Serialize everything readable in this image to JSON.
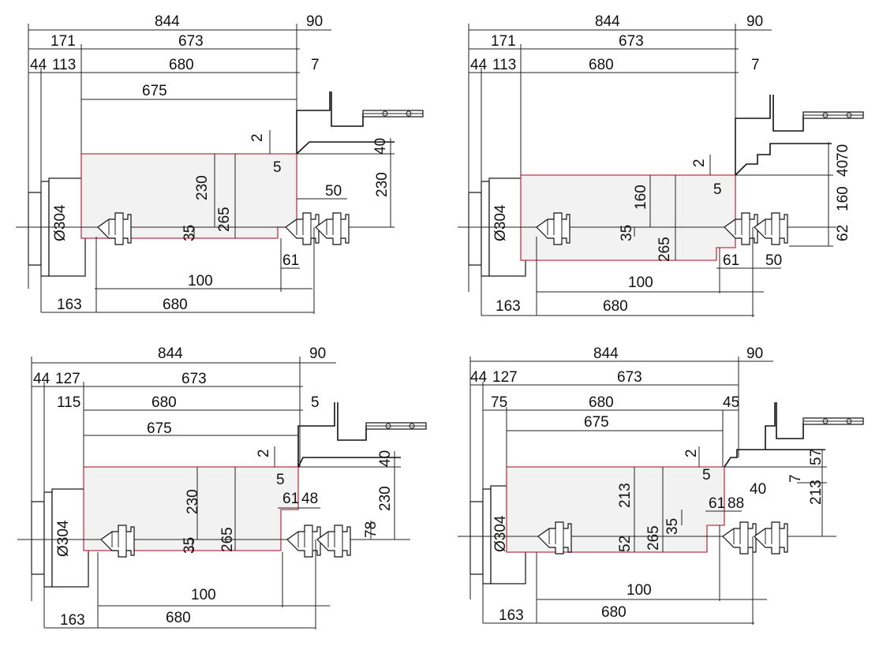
{
  "panels": [
    {
      "name": "layout-1",
      "labels": {
        "d844": "844",
        "d90": "90",
        "d171": "171",
        "d673": "673",
        "d44": "44",
        "d113": "113",
        "d680": "680",
        "d7": "7",
        "d675": "675",
        "d2": "2",
        "d5": "5",
        "d40": "40",
        "d230a": "230",
        "d230b": "230",
        "d50": "50",
        "d304": "Ø304",
        "d35": "35",
        "d265": "265",
        "d61": "61",
        "d100": "100",
        "d163": "163",
        "d680b": "680"
      }
    },
    {
      "name": "layout-2",
      "labels": {
        "d844": "844",
        "d90": "90",
        "d171": "171",
        "d673": "673",
        "d44": "44",
        "d113": "113",
        "d680": "680",
        "d7": "7",
        "d2": "2",
        "d5": "5",
        "d70": "70",
        "d40": "40",
        "d160a": "160",
        "d160b": "160",
        "d62": "62",
        "d304": "Ø304",
        "d35": "35",
        "d265": "265",
        "d61": "61",
        "d50": "50",
        "d100": "100",
        "d163": "163",
        "d680b": "680"
      }
    },
    {
      "name": "layout-3",
      "labels": {
        "d844": "844",
        "d90": "90",
        "d44": "44",
        "d127": "127",
        "d673": "673",
        "d115": "115",
        "d680": "680",
        "d5a": "5",
        "d675": "675",
        "d2": "2",
        "d5b": "5",
        "d40": "40",
        "d230a": "230",
        "d230b": "230",
        "d61": "61",
        "d48": "48",
        "d304": "Ø304",
        "d35": "35",
        "d265": "265",
        "d78": "78",
        "d100": "100",
        "d163": "163",
        "d680b": "680"
      }
    },
    {
      "name": "layout-4",
      "labels": {
        "d844": "844",
        "d90": "90",
        "d44": "44",
        "d127": "127",
        "d673": "673",
        "d75": "75",
        "d680": "680",
        "d45": "45",
        "d675": "675",
        "d2": "2",
        "d5": "5",
        "d57": "57",
        "d7": "7",
        "d40": "40",
        "d213a": "213",
        "d213b": "213",
        "d61": "61",
        "d88": "88",
        "d304": "Ø304",
        "d52": "52",
        "d265": "265",
        "d35": "35",
        "d100": "100",
        "d163": "163",
        "d680b": "680"
      }
    }
  ],
  "colors": {
    "envelope": "#c0334a",
    "fill": "#f2f2f2",
    "line": "#222222"
  }
}
